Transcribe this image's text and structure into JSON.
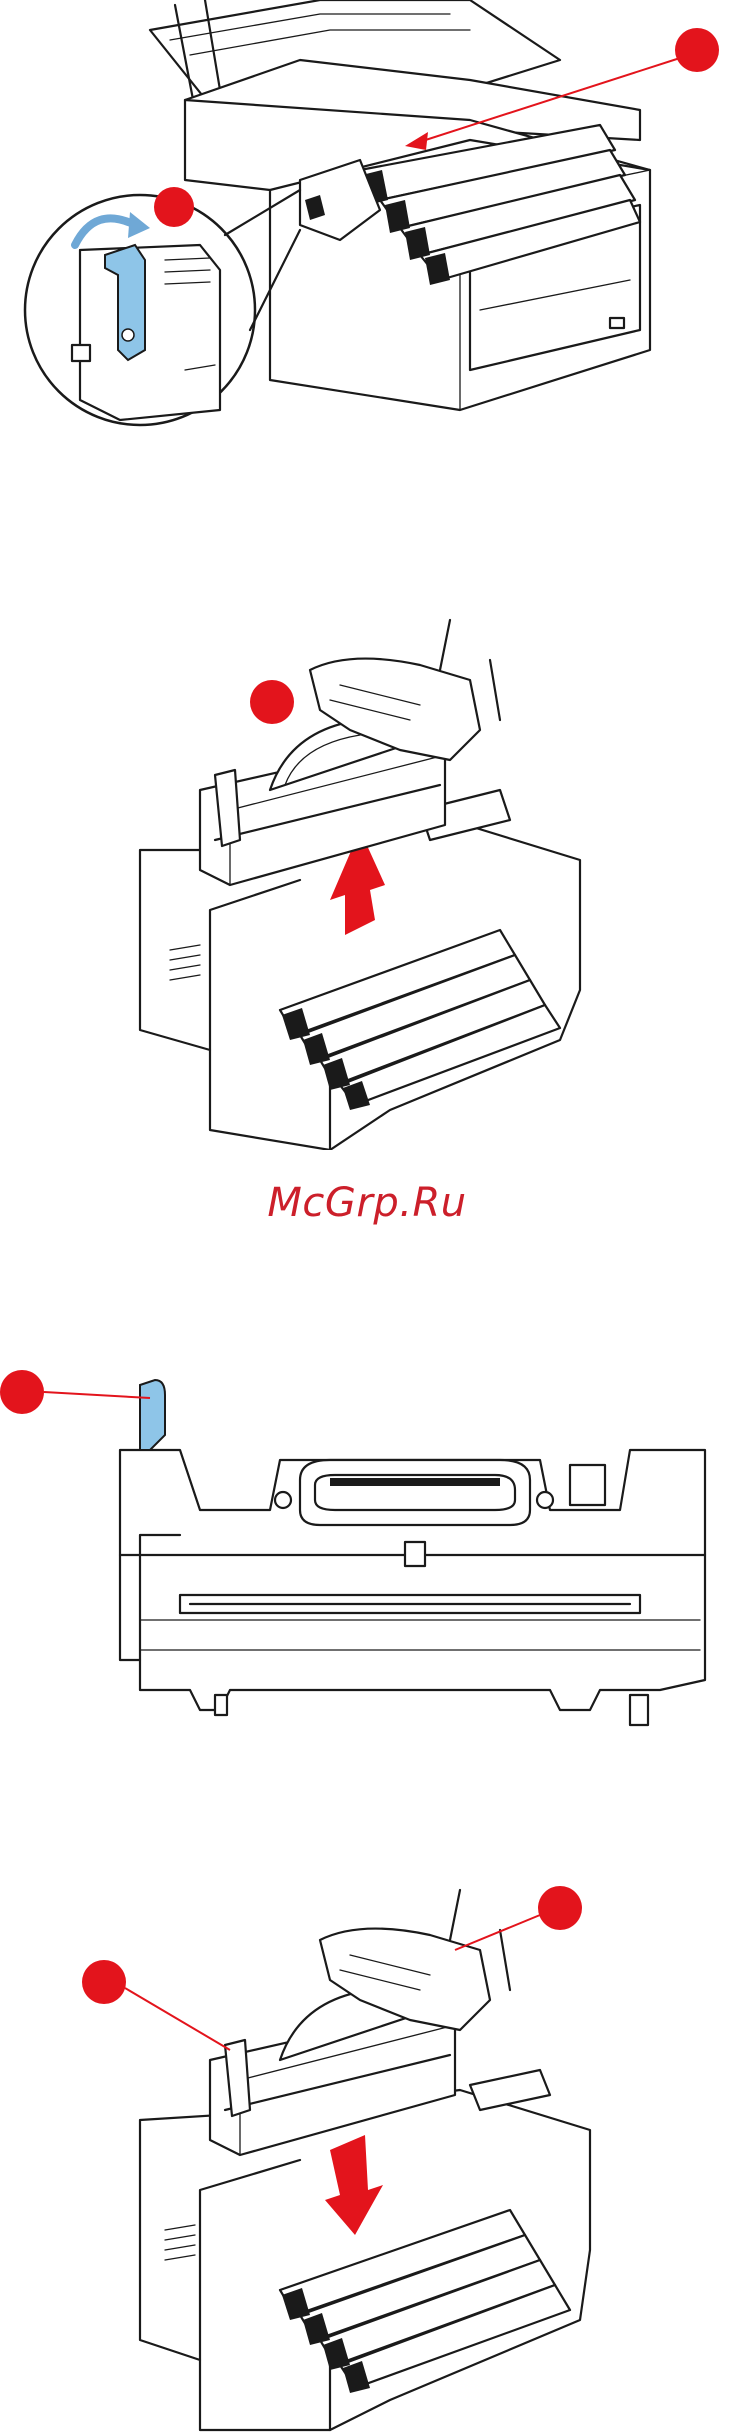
{
  "watermark": "McGrp.Ru",
  "colors": {
    "callout": "#e3141c",
    "lever": "#8ec5e8",
    "watermark": "#cc1f2a",
    "line": "#1a1a1a"
  },
  "panels": [
    {
      "id": "open-printer-release-lever",
      "callouts": 2
    },
    {
      "id": "lift-out-fuser-unit",
      "callouts": 1
    },
    {
      "id": "fuser-unit-lever",
      "callouts": 1
    },
    {
      "id": "insert-fuser-unit",
      "callouts": 2
    }
  ]
}
